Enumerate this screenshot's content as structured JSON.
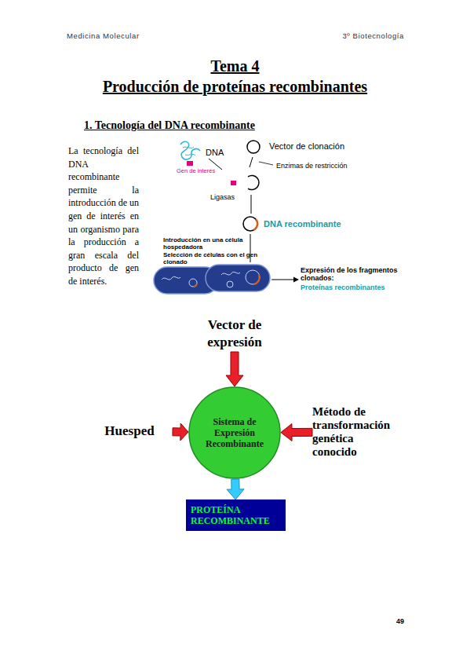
{
  "diagram": {
    "title": "Tema 4",
    "nodes": [
      {
        "text": [
          "Vector de expresión"
        ]
      },
      {
        "text": [
          "Huesped"
        ]
      },
      {
        "text": [
          "Sistema de Expresión Recombinante"
        ]
      },
      {
        "text": [
          "Método de transformación genética conocido"
        ]
      },
      {
        "text": [
          "PROTEÍNA RECOMBINANTE"
        ]
      }
    ],
    "edges": [
      {
        "from": 0,
        "to": 2,
        "arrow": "to"
      },
      {
        "from": 1,
        "to": 2,
        "arrow": "to"
      },
      {
        "from": 3,
        "to": 2,
        "arrow": "to"
      },
      {
        "from": 2,
        "to": 4,
        "arrow": "to"
      }
    ],
    "labels": [
      "Medicina Molecular",
      "3º Biotecnología",
      "Producción de proteínas recombinantes",
      "1. Tecnología del DNA recombinante",
      "La tecnología del DNA recombinante permite la introducción de un gen de interés en un organismo para la producción a gran escala del producto de gen de interés.",
      "DNA",
      "Gen de interés",
      "Vector de clonación",
      "Enzimas de restricción",
      "Ligasas",
      "DNA recombinante",
      "Introducción en una célula hospedadora",
      "Selección de células con el gen clonado",
      "Expresión de los fragmentos clonados:",
      "Proteínas recombinantes",
      "49"
    ]
  }
}
